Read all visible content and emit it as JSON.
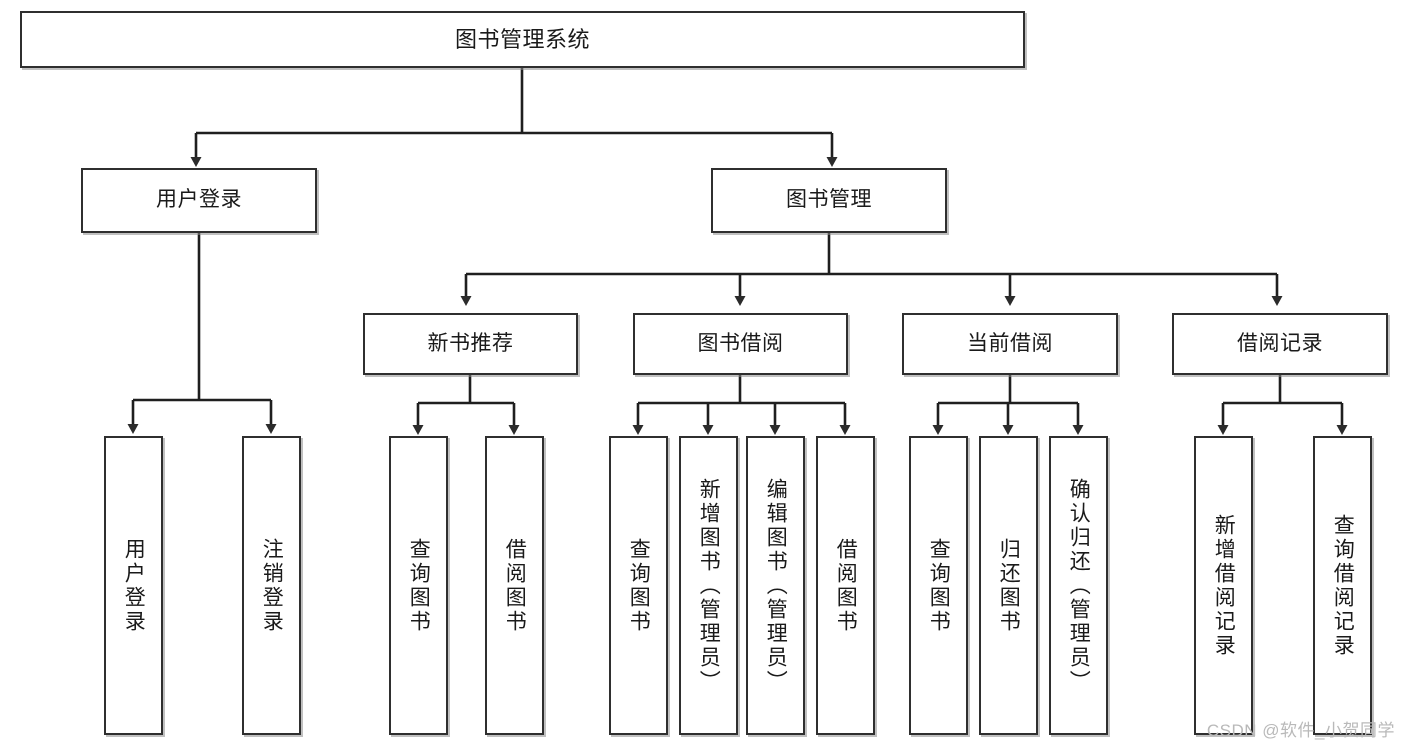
{
  "diagram": {
    "title": "图书管理系统",
    "type": "tree",
    "watermark": "CSDN @软件_小贺同学",
    "colors": {
      "box_border": "#2f2f2f",
      "box_fill": "#ffffff",
      "edge": "#1f1f1f",
      "watermark": "#b9b9b9"
    },
    "nodes": {
      "root": {
        "label": "图书管理系统"
      },
      "level2": [
        {
          "id": "user-login",
          "label": "用户登录"
        },
        {
          "id": "book-manage",
          "label": "图书管理"
        }
      ],
      "level3": [
        {
          "id": "new-book-rec",
          "label": "新书推荐"
        },
        {
          "id": "book-borrow",
          "label": "图书借阅"
        },
        {
          "id": "current-borrow",
          "label": "当前借阅"
        },
        {
          "id": "borrow-record",
          "label": "借阅记录"
        }
      ],
      "leaves": {
        "user_login": [
          {
            "id": "leaf-user-login",
            "label": "用户登录"
          },
          {
            "id": "leaf-logout-login",
            "label": "注销登录"
          }
        ],
        "new_book_rec": [
          {
            "id": "leaf-query-book-1",
            "label": "查询图书"
          },
          {
            "id": "leaf-borrow-book-1",
            "label": "借阅图书"
          }
        ],
        "book_borrow": [
          {
            "id": "leaf-query-book-2",
            "label": "查询图书"
          },
          {
            "id": "leaf-add-book",
            "label": "新增图书（管理员）"
          },
          {
            "id": "leaf-edit-book",
            "label": "编辑图书（管理员）"
          },
          {
            "id": "leaf-borrow-book-2",
            "label": "借阅图书"
          }
        ],
        "current_borrow": [
          {
            "id": "leaf-query-book-3",
            "label": "查询图书"
          },
          {
            "id": "leaf-return-book",
            "label": "归还图书"
          },
          {
            "id": "leaf-confirm-return",
            "label": "确认归还（管理员）"
          }
        ],
        "borrow_record": [
          {
            "id": "leaf-add-record",
            "label": "新增借阅记录"
          },
          {
            "id": "leaf-query-record",
            "label": "查询借阅记录"
          }
        ]
      }
    }
  }
}
